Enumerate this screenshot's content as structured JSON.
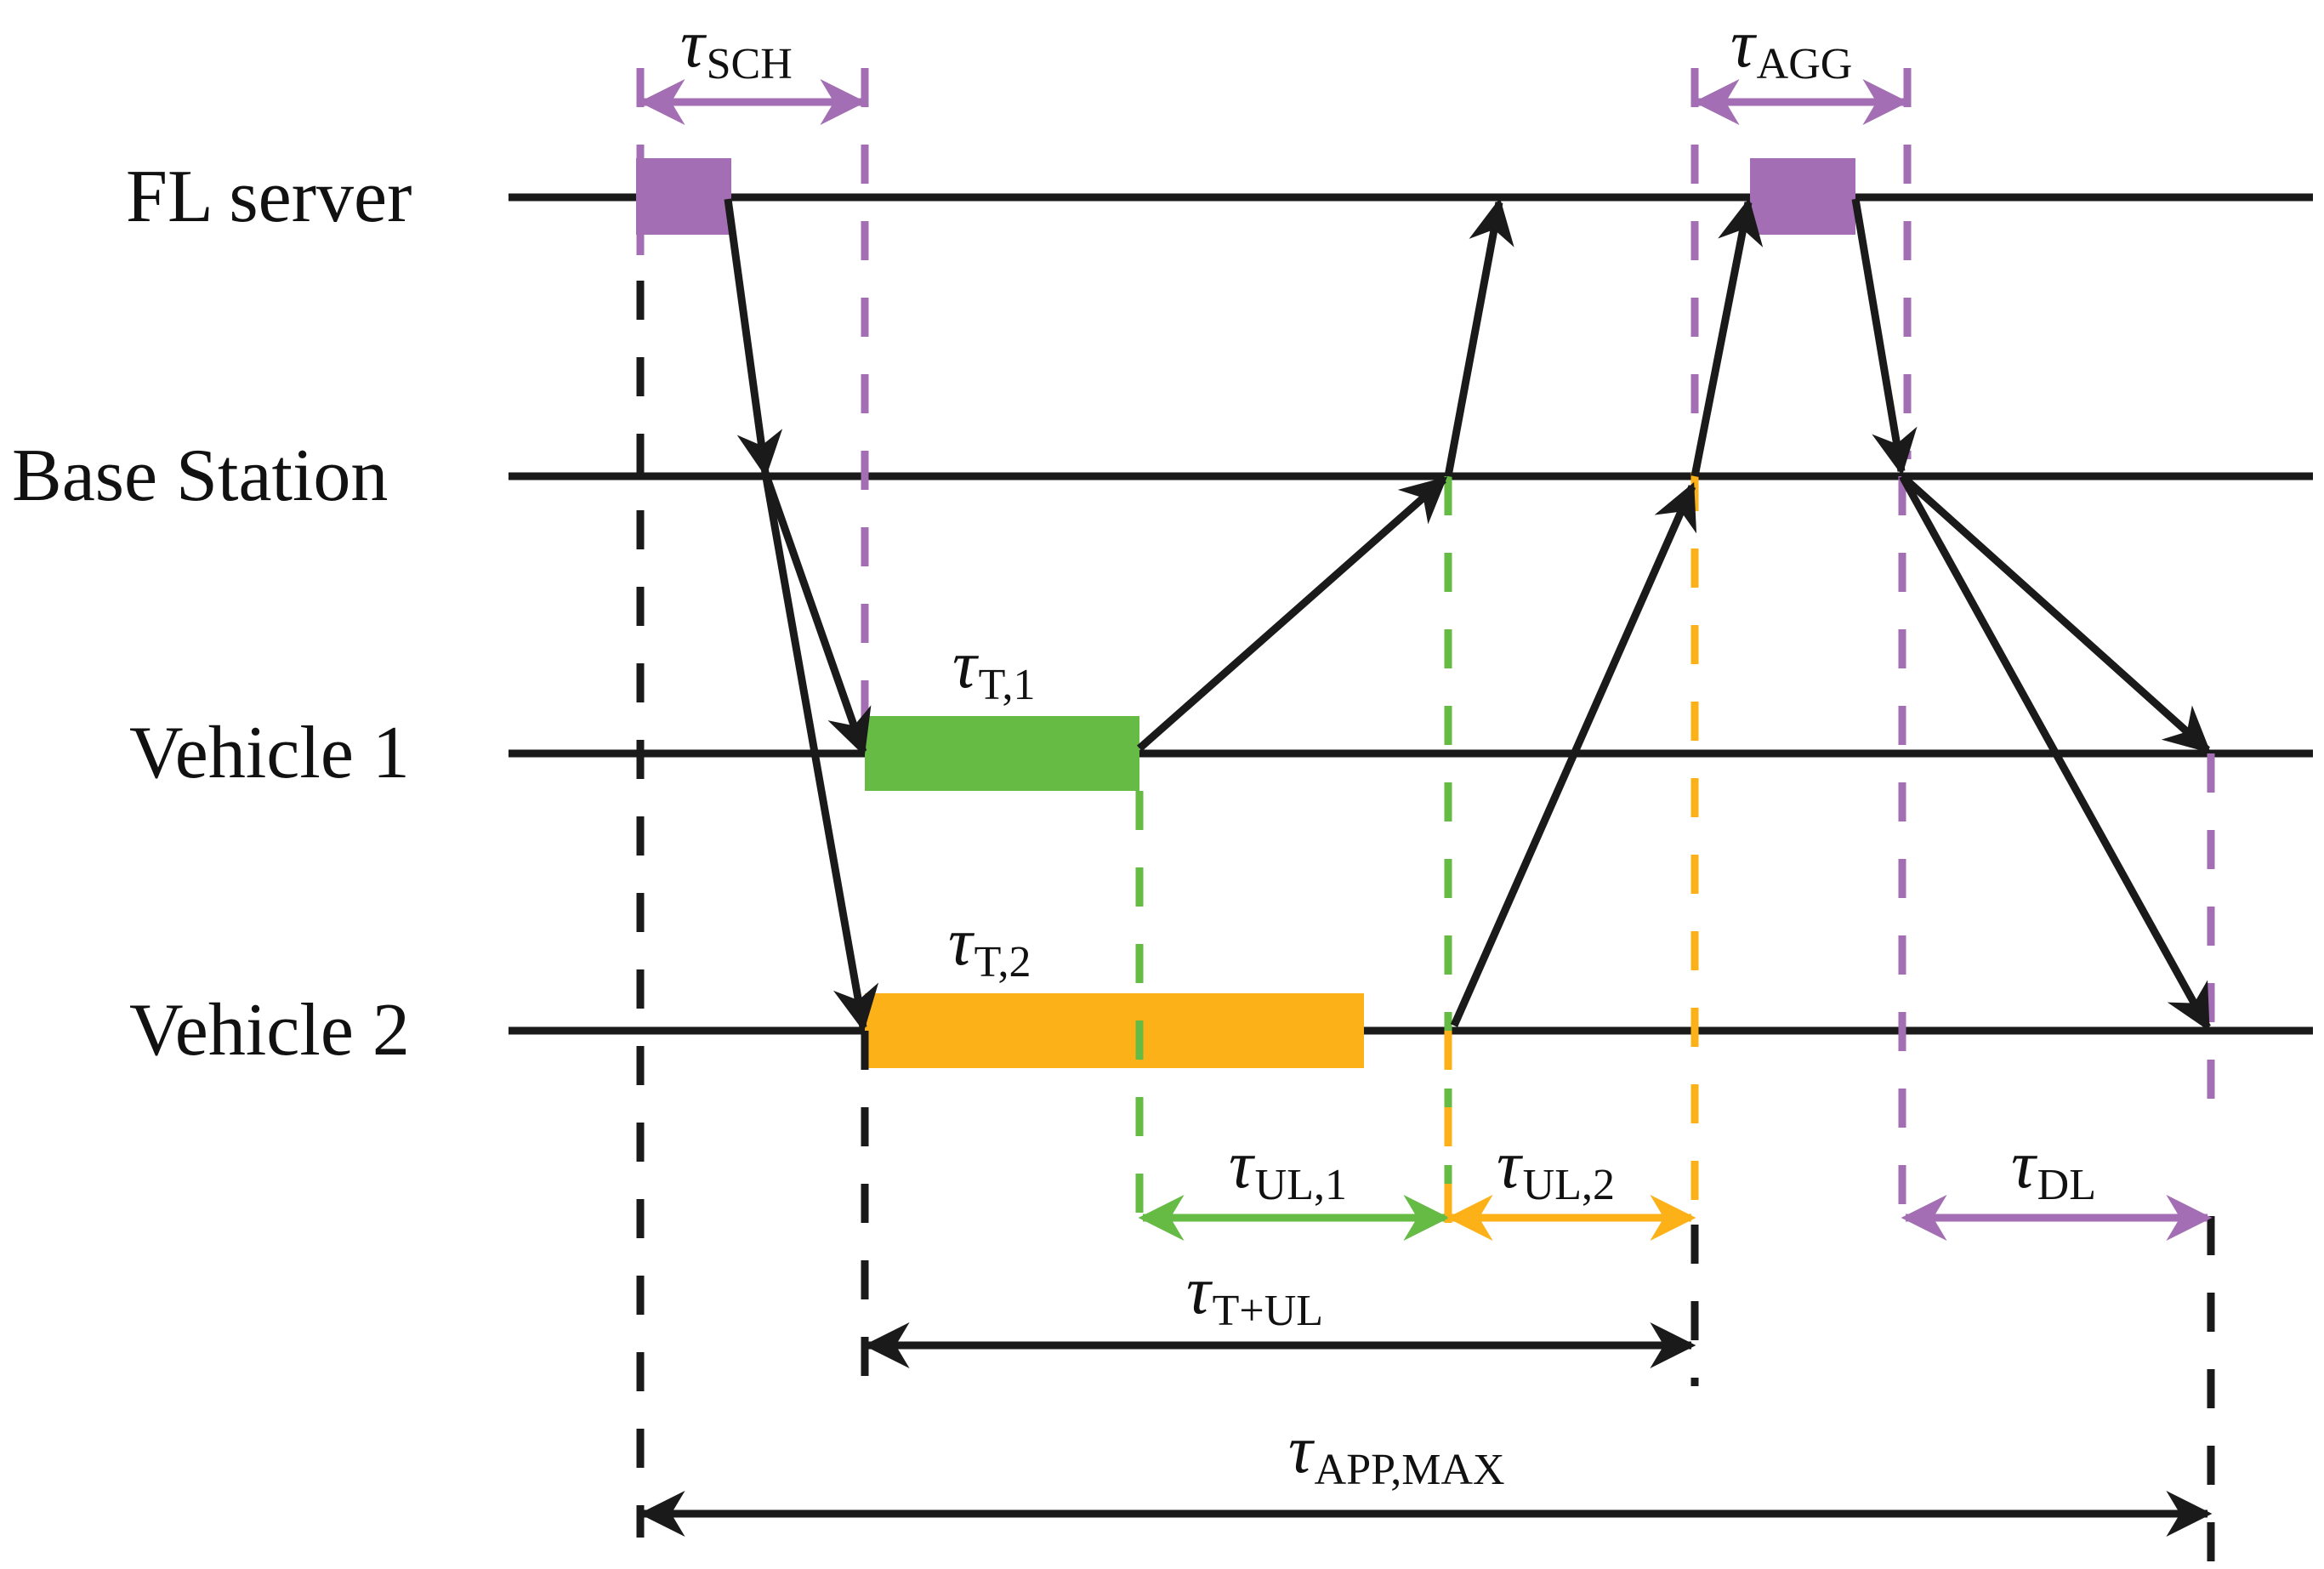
{
  "colors": {
    "line": "#1a1a1a",
    "purple": "#a36eb3",
    "green": "#66bb44",
    "orange": "#fbb117"
  },
  "lanes": {
    "fl_server": "FL server",
    "base_station": "Base Station",
    "vehicle_1": "Vehicle 1",
    "vehicle_2": "Vehicle 2"
  },
  "intervals": {
    "tau_symbol": "τ",
    "sch": "SCH",
    "agg": "AGG",
    "t1": "T,1",
    "t2": "T,2",
    "ul1": "UL,1",
    "ul2": "UL,2",
    "dl": "DL",
    "t_ul": "T+UL",
    "app_max": "APP,MAX"
  }
}
